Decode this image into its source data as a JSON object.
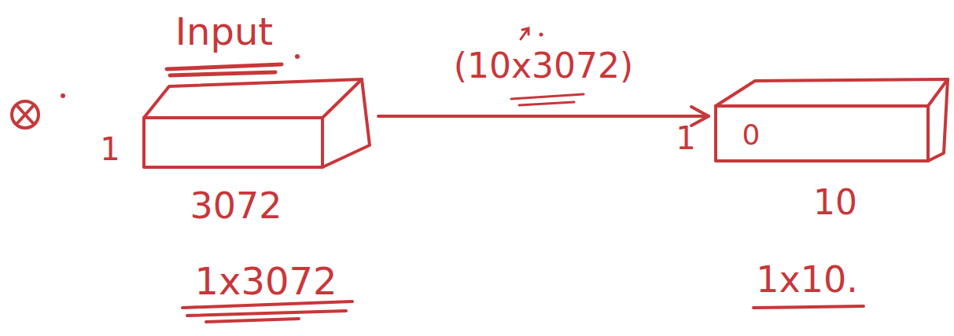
{
  "diagram": {
    "nodes": [
      {
        "text": [
          "Input"
        ]
      },
      {
        "text": [
          "0"
        ]
      }
    ],
    "edges": [
      {
        "from": 0,
        "to": 1,
        "arrow": "to",
        "label": "(10x3072)"
      }
    ],
    "labels": [
      "1",
      "3072",
      "1x3072",
      "1",
      "10",
      "1x10."
    ]
  }
}
